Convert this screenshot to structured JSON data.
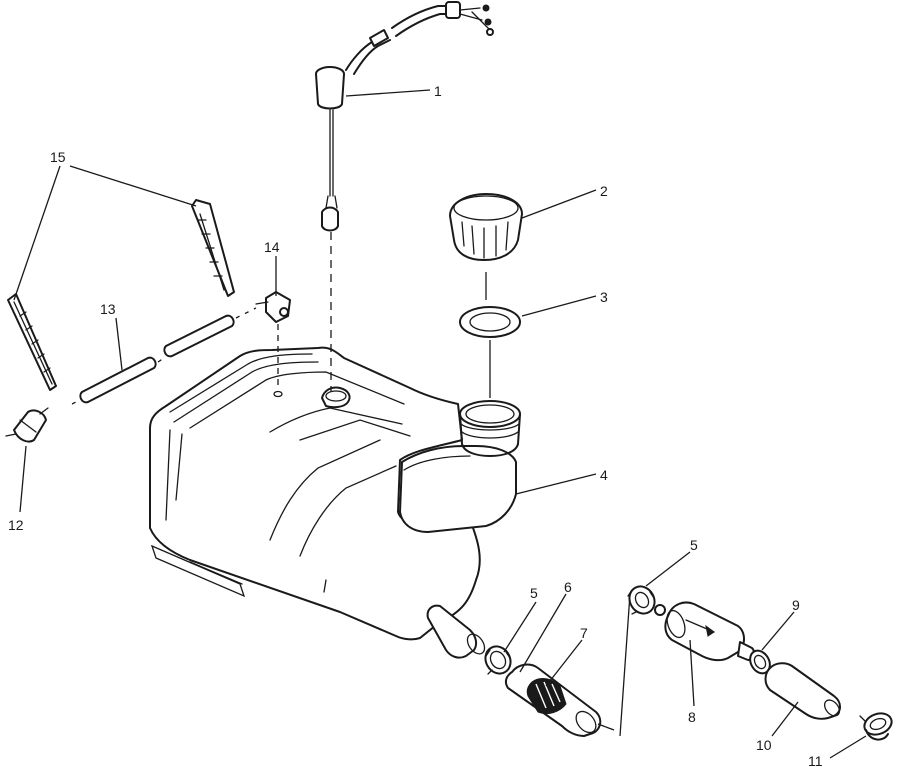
{
  "callouts": {
    "c1": "1",
    "c2": "2",
    "c3": "3",
    "c4": "4",
    "c5a": "5",
    "c5b": "5",
    "c6": "6",
    "c7": "7",
    "c8": "8",
    "c9": "9",
    "c10": "10",
    "c11": "11",
    "c12": "12",
    "c13": "13",
    "c14": "14",
    "c15": "15"
  }
}
